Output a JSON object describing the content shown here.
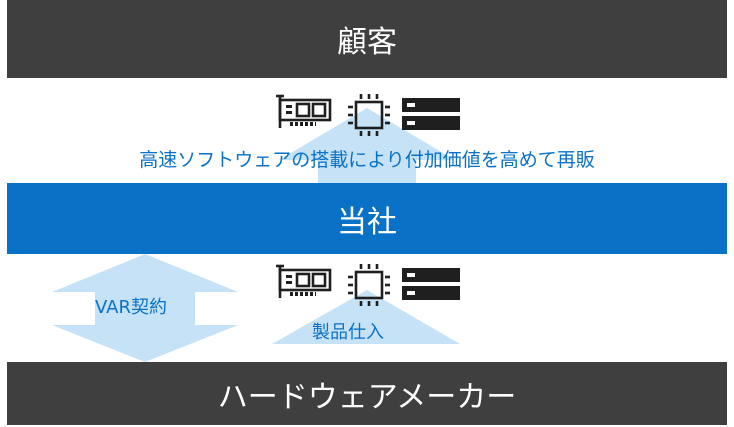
{
  "bands": {
    "customer": "顧客",
    "company": "当社",
    "maker": "ハードウェアメーカー"
  },
  "captions": {
    "top": "高速ソフトウェアの搭載により付加価値を高めて再販",
    "var": "VAR契約",
    "buy": "製品仕入"
  },
  "icons": [
    "network-card-icon",
    "cpu-chip-icon",
    "server-icon"
  ],
  "colors": {
    "dark_band": "#3f3f3f",
    "blue_band": "#0a72c6",
    "light_arrow": "#c5e2f7",
    "text_blue": "#0a72c6"
  }
}
